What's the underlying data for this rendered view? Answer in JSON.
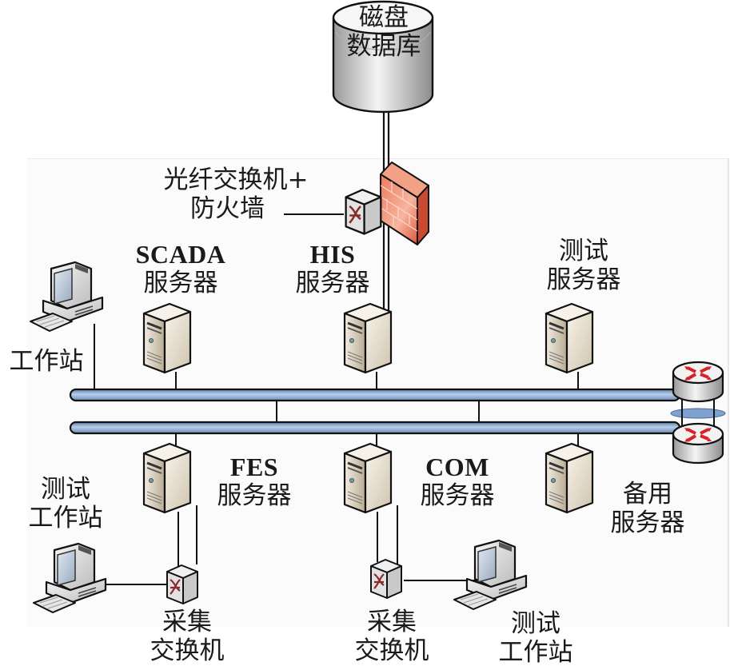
{
  "diagram": {
    "type": "network-topology",
    "colors": {
      "bus": "#7a9cc4",
      "bus_highlight": "#b8cde6",
      "firewall": "#e8664a",
      "router_arrows": "#d8222a",
      "server_body": "#e9e2d4",
      "line": "#111111"
    },
    "nodes": {
      "disk_db": {
        "icon": "database-cylinder-icon",
        "line1": "磁盘",
        "line2": "数据库"
      },
      "fiber_switch_firewall": {
        "icon": "switch-firewall-icon",
        "line1": "光纤交换机+",
        "line2": "防火墙"
      },
      "scada": {
        "icon": "server-tower-icon",
        "line1": "SCADA",
        "line2": "服务器"
      },
      "his": {
        "icon": "server-tower-icon",
        "line1": "HIS",
        "line2": "服务器"
      },
      "test_server": {
        "icon": "server-tower-icon",
        "line1": "测试",
        "line2": "服务器"
      },
      "workstation": {
        "icon": "workstation-computer-icon",
        "line1": "工作站"
      },
      "fes": {
        "icon": "server-tower-icon",
        "line1": "FES",
        "line2": "服务器"
      },
      "com": {
        "icon": "server-tower-icon",
        "line1": "COM",
        "line2": "服务器"
      },
      "backup": {
        "icon": "server-tower-icon",
        "line1": "备用",
        "line2": "服务器"
      },
      "test_ws_left": {
        "icon": "workstation-computer-icon",
        "line1": "测试",
        "line2": "工作站"
      },
      "acq_switch_left": {
        "icon": "network-switch-icon",
        "line1": "采集",
        "line2": "交换机"
      },
      "acq_switch_right": {
        "icon": "network-switch-icon",
        "line1": "采集",
        "line2": "交换机"
      },
      "test_ws_right": {
        "icon": "workstation-computer-icon",
        "line1": "测试",
        "line2": "工作站"
      },
      "routers": {
        "icon": "router-pair-icon"
      }
    },
    "networks": [
      {
        "id": "lan-a",
        "connects": [
          "workstation",
          "scada",
          "his",
          "test_server",
          "router-a"
        ]
      },
      {
        "id": "lan-b",
        "connects": [
          "fes",
          "com",
          "backup",
          "router-b"
        ]
      }
    ],
    "links": [
      [
        "disk_db",
        "fiber_switch_firewall"
      ],
      [
        "fiber_switch_firewall",
        "his"
      ],
      [
        "lan-a",
        "lan-b"
      ],
      [
        "fes",
        "acq_switch_left"
      ],
      [
        "acq_switch_left",
        "test_ws_left"
      ],
      [
        "com",
        "acq_switch_right"
      ],
      [
        "acq_switch_right",
        "test_ws_right"
      ]
    ]
  }
}
